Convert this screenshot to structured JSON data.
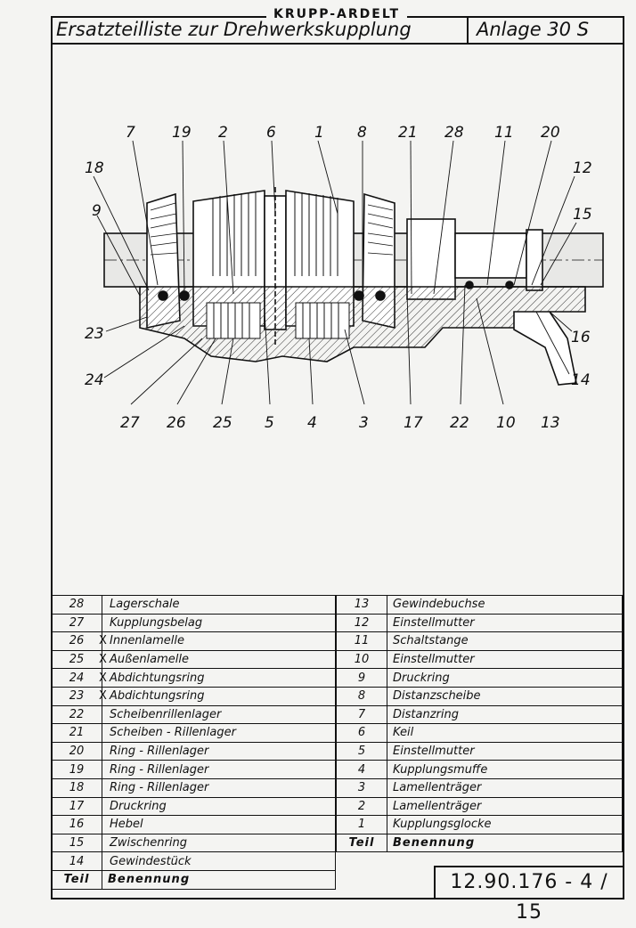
{
  "header": {
    "company": "KRUPP-ARDELT",
    "title": "Ersatzteilliste zur Drehwerkskupplung",
    "annex": "Anlage 30 S"
  },
  "drawing": {
    "callouts_top": [
      "7",
      "19",
      "2",
      "6",
      "1",
      "8",
      "21",
      "28",
      "11",
      "20"
    ],
    "callouts_left": [
      "18",
      "9",
      "23",
      "24"
    ],
    "callouts_right": [
      "12",
      "15",
      "16",
      "14"
    ],
    "callouts_bottom": [
      "27",
      "26",
      "25",
      "5",
      "4",
      "3",
      "17",
      "22",
      "10",
      "13"
    ]
  },
  "parts_left": [
    {
      "no": "28",
      "name": "Lagerschale",
      "mark": ""
    },
    {
      "no": "27",
      "name": "Kupplungsbelag",
      "mark": ""
    },
    {
      "no": "26",
      "name": "Innenlamelle",
      "mark": "X"
    },
    {
      "no": "25",
      "name": "Außenlamelle",
      "mark": "X"
    },
    {
      "no": "24",
      "name": "Abdichtungsring",
      "mark": "X"
    },
    {
      "no": "23",
      "name": "Abdichtungsring",
      "mark": "X"
    },
    {
      "no": "22",
      "name": "Scheibenrillenlager",
      "mark": ""
    },
    {
      "no": "21",
      "name": "Scheiben - Rillenlager",
      "mark": ""
    },
    {
      "no": "20",
      "name": "Ring - Rillenlager",
      "mark": ""
    },
    {
      "no": "19",
      "name": "Ring - Rillenlager",
      "mark": ""
    },
    {
      "no": "18",
      "name": "Ring - Rillenlager",
      "mark": ""
    },
    {
      "no": "17",
      "name": "Druckring",
      "mark": ""
    },
    {
      "no": "16",
      "name": "Hebel",
      "mark": ""
    },
    {
      "no": "15",
      "name": "Zwischenring",
      "mark": ""
    },
    {
      "no": "14",
      "name": "Gewindestück",
      "mark": ""
    }
  ],
  "parts_left_header": {
    "no": "Teil",
    "name": "Benennung"
  },
  "parts_right": [
    {
      "no": "13",
      "name": "Gewindebuchse"
    },
    {
      "no": "12",
      "name": "Einstellmutter"
    },
    {
      "no": "11",
      "name": "Schaltstange"
    },
    {
      "no": "10",
      "name": "Einstellmutter"
    },
    {
      "no": "9",
      "name": "Druckring"
    },
    {
      "no": "8",
      "name": "Distanzscheibe"
    },
    {
      "no": "7",
      "name": "Distanzring"
    },
    {
      "no": "6",
      "name": "Keil"
    },
    {
      "no": "5",
      "name": "Einstellmutter"
    },
    {
      "no": "4",
      "name": "Kupplungsmuffe"
    },
    {
      "no": "3",
      "name": "Lamellenträger"
    },
    {
      "no": "2",
      "name": "Lamellenträger"
    },
    {
      "no": "1",
      "name": "Kupplungsglocke"
    }
  ],
  "parts_right_header": {
    "no": "Teil",
    "name": "Benennung"
  },
  "document_number": "12.90.176 - 4 / 15"
}
